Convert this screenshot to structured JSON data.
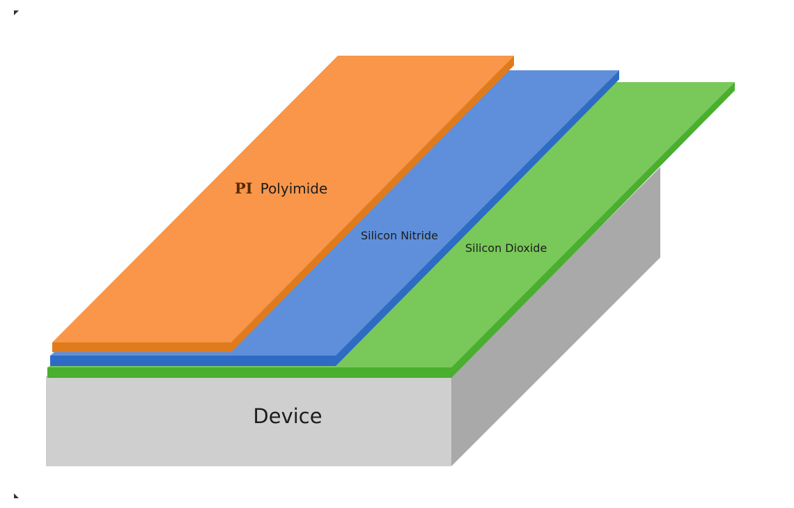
{
  "diagram": {
    "layers": {
      "polyimide": {
        "abbr": "PI",
        "name": "Polyimide",
        "color": "#f9964a",
        "edge_color": "#e07b1c"
      },
      "silicon_nitride": {
        "name": "Silicon Nitride",
        "color": "#5f8fdb",
        "edge_color": "#2e6bc4"
      },
      "silicon_dioxide": {
        "name": "Silicon Dioxide",
        "color": "#79c85a",
        "edge_color": "#4aae2e"
      }
    },
    "device": {
      "name": "Device",
      "front_color": "#cfcfcf",
      "side_color": "#a9a9a9"
    }
  }
}
